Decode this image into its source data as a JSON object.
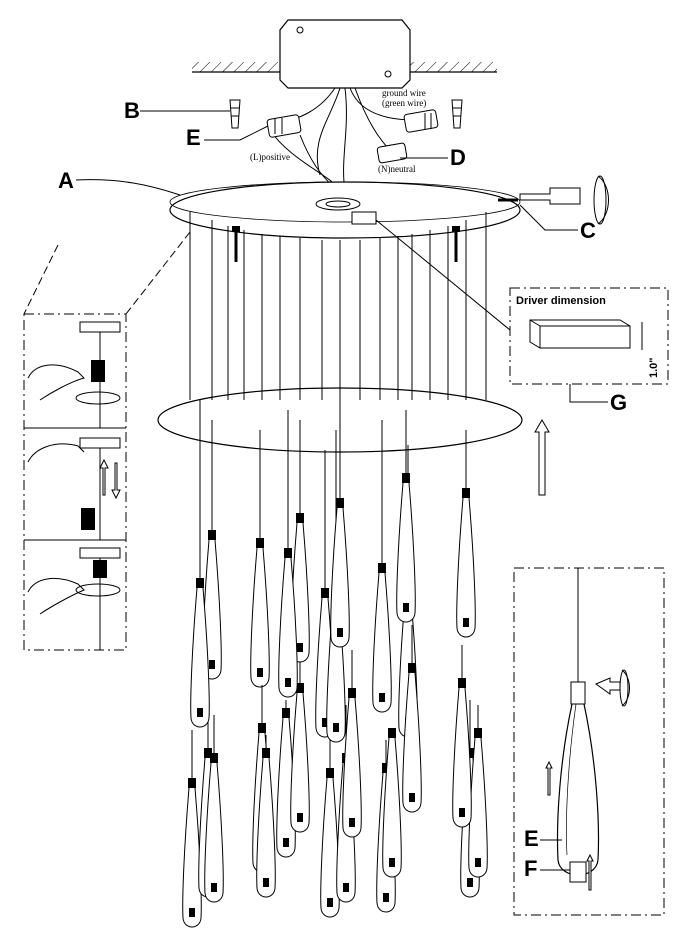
{
  "labels": {
    "A": "A",
    "B": "B",
    "C": "C",
    "D": "D",
    "E": "E",
    "F": "F",
    "G": "G",
    "E2": "E"
  },
  "wires": {
    "ground_line1": "ground wire",
    "ground_line2": "(green wire)",
    "positive": "(L)positive",
    "neutral": "(N)neutral"
  },
  "driver": {
    "title": "Driver dimension",
    "height": "1.0\""
  }
}
